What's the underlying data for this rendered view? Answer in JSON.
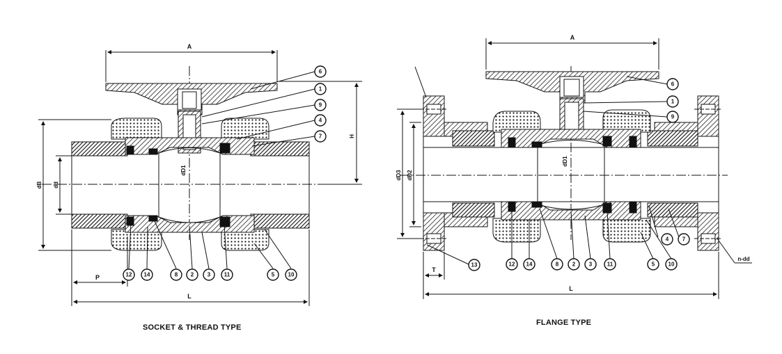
{
  "captions": {
    "left": "SOCKET & THREAD TYPE",
    "right": "FLANGE TYPE"
  },
  "left_view": {
    "dims": {
      "A": "A",
      "H": "H",
      "L": "L",
      "P": "P",
      "dB": "dB",
      "dd": "dd",
      "dD1": "dD1"
    },
    "bubbles": [
      "6",
      "1",
      "9",
      "4",
      "7",
      "12",
      "14",
      "8",
      "2",
      "3",
      "11",
      "5",
      "10"
    ]
  },
  "right_view": {
    "dims": {
      "A": "A",
      "L": "L",
      "T": "T",
      "dD3": "dD3",
      "dD2": "dD2",
      "dD1": "dD1",
      "nd": "n-dd"
    },
    "bubbles": [
      "6",
      "1",
      "9",
      "4",
      "7",
      "13",
      "12",
      "14",
      "8",
      "2",
      "3",
      "11",
      "5",
      "10"
    ]
  },
  "colors": {
    "line": "#111111",
    "hatch": "#222222",
    "background": "#ffffff"
  }
}
